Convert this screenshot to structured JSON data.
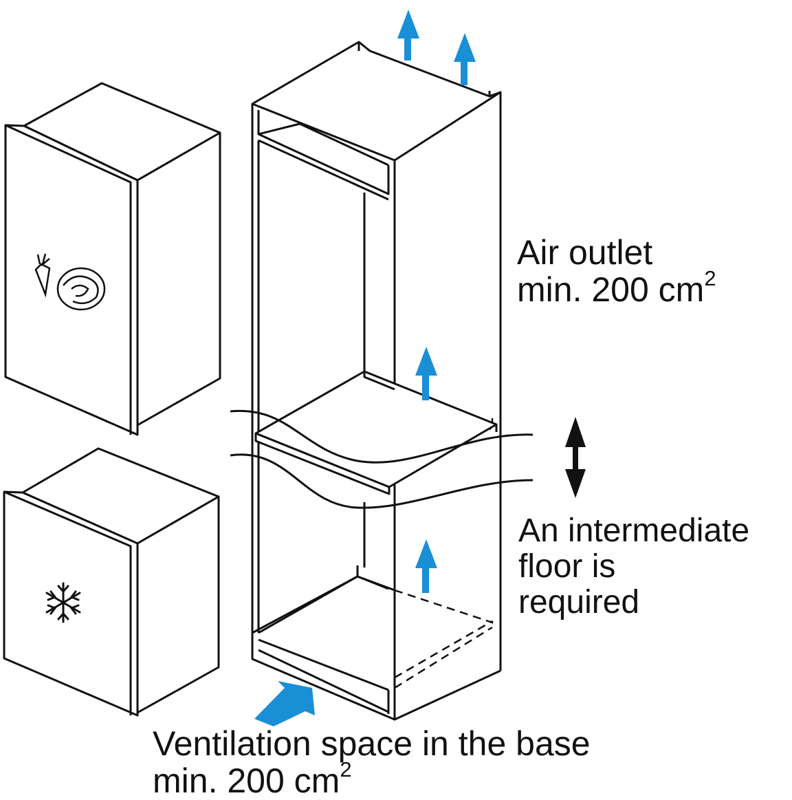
{
  "colors": {
    "outline": "#111111",
    "airflow_arrow": "#1a8fd6",
    "adjust_arrow": "#111111",
    "background": "#ffffff"
  },
  "labels": {
    "air_outlet": {
      "line1": "Air outlet",
      "line2_prefix": "min. 200 cm",
      "line2_superscript": "2"
    },
    "intermediate_floor": {
      "line1": "An intermediate",
      "line2": "floor is",
      "line3": "required"
    },
    "ventilation_base": {
      "line1": "Ventilation space in the base",
      "line2_prefix": "min. 200 cm",
      "line2_superscript": "2"
    }
  },
  "icons": {
    "fridge_compartment": [
      "carrot-icon",
      "cabbage-icon"
    ],
    "freezer_compartment": [
      "snowflake-icon"
    ],
    "airflow": [
      "air-outlet-arrow",
      "air-outlet-arrow",
      "airflow-arrow-middle",
      "airflow-arrow-lower",
      "air-inlet-arrow"
    ],
    "adjustment": "height-adjust-double-arrow"
  }
}
